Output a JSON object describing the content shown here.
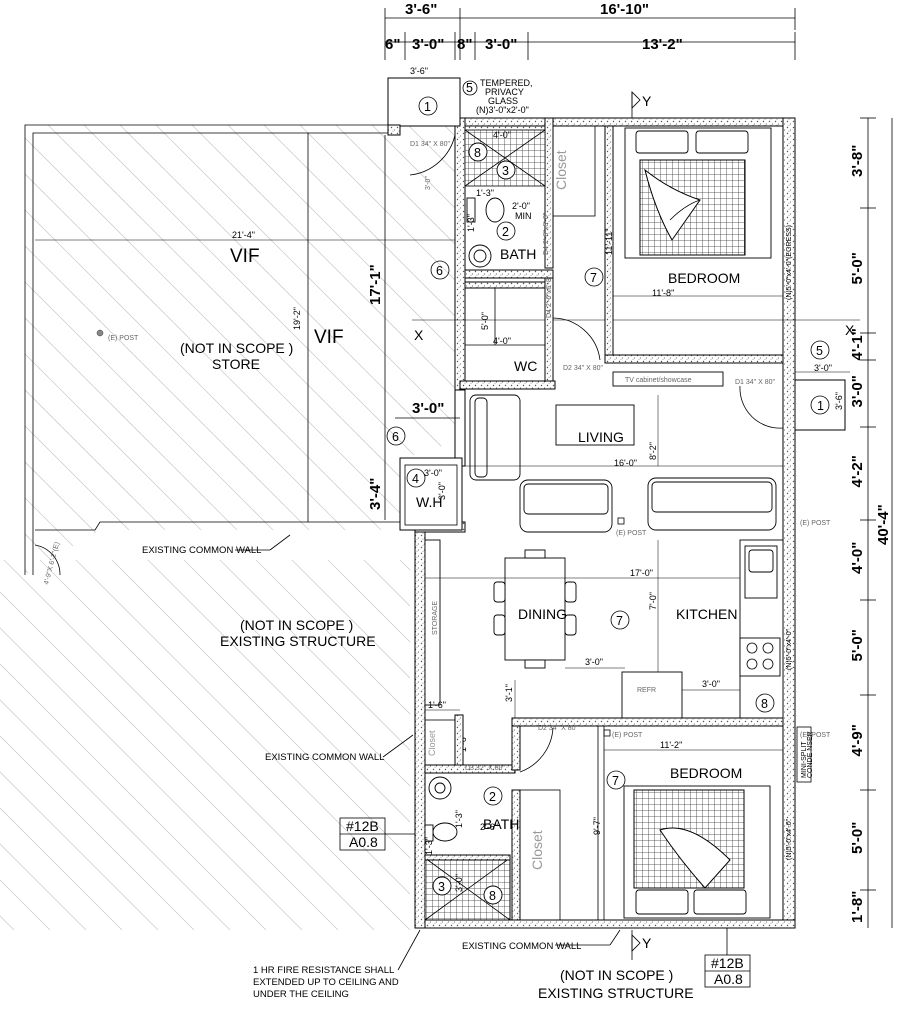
{
  "top_dims": {
    "overall_left": "3'-6\"",
    "overall_right": "16'-10\"",
    "seg1": "6\"",
    "seg2": "3'-0\"",
    "seg3": "8\"",
    "seg4": "3'-0\"",
    "seg5": "13'-2\""
  },
  "right_dims": [
    "3'-8\"",
    "5'-0\"",
    "4'-1\"",
    "3'-0\"",
    "4'-2\"",
    "4'-0\"",
    "5'-0\"",
    "4'-9\"",
    "5'-0\"",
    "1'-8\""
  ],
  "right_overall": "40'-4\"",
  "store": {
    "vif_top": "VIF",
    "vif_side": "VIF",
    "width_dim": "21'-4\"",
    "height_dim": "19'-2\"",
    "label_1": "(NOT IN SCOPE )",
    "label_2": "STORE",
    "post": "(E) POST",
    "door": "4'-9\"X 6'-2\"(E)"
  },
  "entry": {
    "box_dim": "3'-6\"",
    "door_tag": "1",
    "window_tag": "5",
    "window_note_1": "TEMPERED,",
    "window_note_2": "PRIVACY",
    "window_note_3": "GLASS",
    "window_note_4": "(N)3'-0\"x2'-0\"",
    "door_label": "D1 34\" X 80\"",
    "side_dim": "3'-0\""
  },
  "section_marks": {
    "y_top": "Y",
    "y_bottom": "Y",
    "x_left": "X",
    "x_right": "X"
  },
  "bath1": {
    "name": "BATH",
    "tag": "2",
    "shower_dim": "4'-0\"",
    "tag_8": "8",
    "tag_3": "3",
    "clear_dim": "2'-0\"",
    "clear_label": "MIN",
    "small_dim": "1'-3\"",
    "side_dim": "1'-3\"",
    "door": "D4 2'-6\"x6'-8\""
  },
  "closet1": "Closet",
  "bedroom1": {
    "name": "BEDROOM",
    "tag": "7",
    "width_dim": "11'-8\"",
    "height_dim": "11'-11\"",
    "window": "(N)5'-0\"x4'-0\"(EGRESS)"
  },
  "wc": {
    "name": "WC",
    "w_dim": "4'-0\"",
    "h_dim": "5'-0\"",
    "door": "D4 2'-6\"x6'-8\"",
    "door2": "D2 34\" X 80\""
  },
  "left_dims": {
    "d17": "17'-1\"",
    "d3_0": "3'-0\"",
    "d3_4": "3'-4\"",
    "tag6a": "6",
    "tag6b": "6"
  },
  "living": {
    "name": "LIVING",
    "width_dim": "16'-0\"",
    "height_dim": "8'-2\"",
    "tv": "TV cabinet/showcase",
    "post": "(E) POST",
    "post2": "(E) POST"
  },
  "entry2": {
    "tag1": "1",
    "tag5": "5",
    "dim": "3'-0\"",
    "side": "3'-6\"",
    "door": "D1 34\" X 80\""
  },
  "wh": {
    "name": "W.H",
    "tag": "4",
    "dim_w": "3'-0\"",
    "dim_h": "3'-0\""
  },
  "dining": {
    "name": "DINING",
    "tag": "7",
    "storage": "STORAGE"
  },
  "kitchen": {
    "name": "KITCHEN",
    "width_dim": "17'-0\"",
    "height_dim": "7'-0\"",
    "refr": "REFR",
    "d1": "3'-0\"",
    "d2": "3'-0\"",
    "tag8": "8",
    "window": "(N)5'-0\"x4'-0\"",
    "post": "(E) POST",
    "post2": "(E) POST"
  },
  "hall": {
    "dim_v": "3'-1\"",
    "dim_h": "1'-6\"",
    "dim_v2": "1'-6\"",
    "closet": "Closet"
  },
  "bath2": {
    "name": "BATH",
    "tag": "2",
    "dim": "2'-6\"",
    "dim_v": "1'-3\"",
    "dim_v2": "1'-3\"",
    "shower": "3'-0\"",
    "tag3": "3",
    "tag8": "8",
    "door": "D3 32\" X 80\"",
    "door2": "D2 34\" X 80\""
  },
  "bedroom2": {
    "name": "BEDROOM",
    "tag": "7",
    "width_dim": "11'-2\"",
    "height_dim": "9'-7\"",
    "closet": "Closet",
    "window": "(N)5'-0\"x4'-0\"",
    "minisplit_1": "MINI-SPLIT",
    "minisplit_2": "CONDE NSER"
  },
  "notes": {
    "common_wall_1": "EXISTING COMMON WALL",
    "common_wall_2": "EXISTING COMMON WALL",
    "common_wall_3": "EXISTING COMMON WALL",
    "not_in_scope_1": "(NOT IN SCOPE )",
    "existing_1": "EXISTING STRUCTURE",
    "not_in_scope_2": "(NOT IN SCOPE )",
    "existing_2": "EXISTING STRUCTURE",
    "fire_1": "1 HR FIRE RESISTANCE SHALL",
    "fire_2": "EXTENDED UP TO CEILING AND",
    "fire_3": "UNDER THE CEILING"
  },
  "callouts": [
    {
      "num": "#12B",
      "sheet": "A0.8"
    },
    {
      "num": "#12B",
      "sheet": "A0.8"
    }
  ]
}
